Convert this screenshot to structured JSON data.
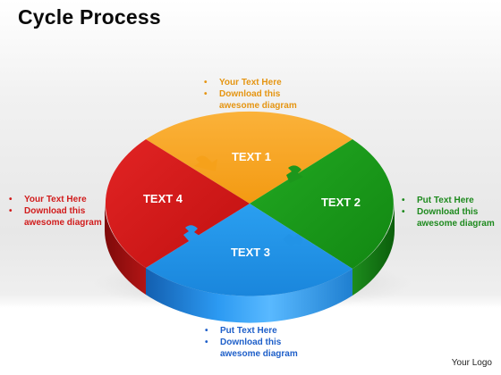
{
  "title": "Cycle Process",
  "segments": {
    "text1": "TEXT 1",
    "text2": "TEXT 2",
    "text3": "TEXT 3",
    "text4": "TEXT 4"
  },
  "callouts": {
    "top": {
      "line1": "Your Text Here",
      "line2": "Download this",
      "line3": "awesome diagram"
    },
    "left": {
      "line1": "Your Text Here",
      "line2": "Download this",
      "line3": "awesome diagram"
    },
    "right": {
      "line1": "Put Text Here",
      "line2": "Download this",
      "line3": "awesome diagram"
    },
    "bottom": {
      "line1": "Put Text Here",
      "line2": "Download this",
      "line3": "awesome diagram"
    }
  },
  "footer": {
    "logo": "Your Logo"
  },
  "colors": {
    "orange": "#f7a21c",
    "green": "#1e9a1e",
    "blue": "#2493e8",
    "red": "#d41717"
  }
}
